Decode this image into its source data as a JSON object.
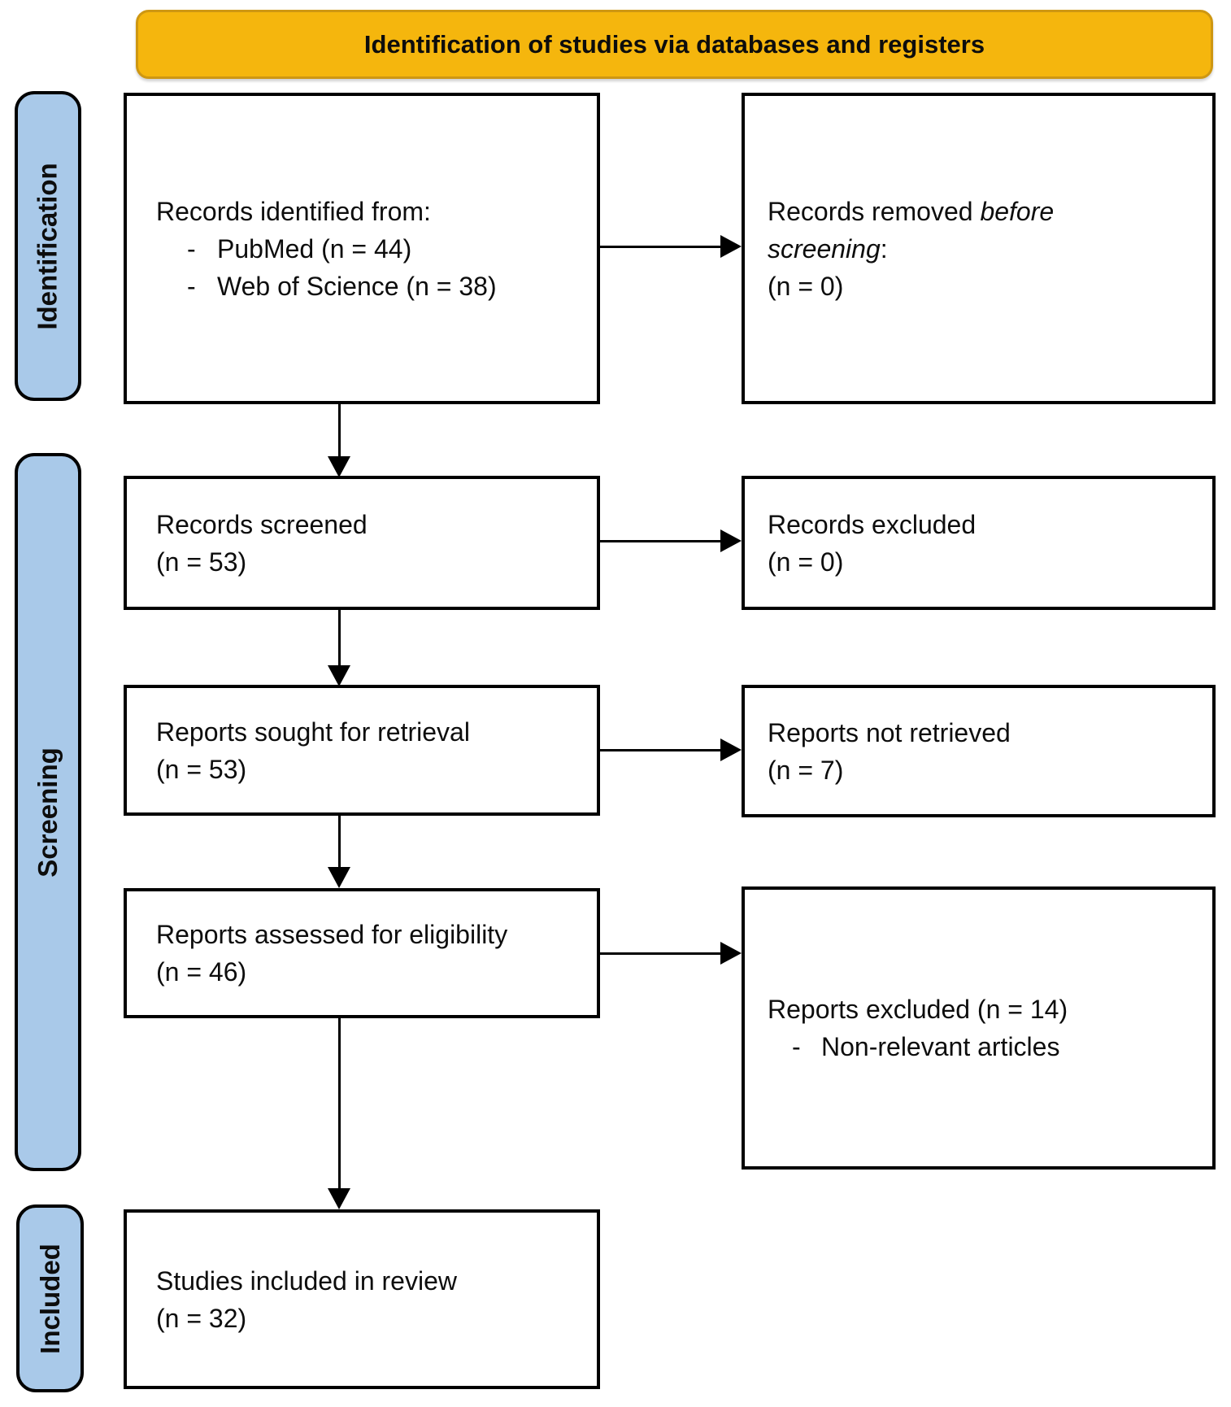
{
  "banner": {
    "title": "Identification of studies via databases and registers"
  },
  "bullet_dash": "-",
  "stages": [
    {
      "label": "Identification"
    },
    {
      "label": "Screening"
    },
    {
      "label": "Included"
    }
  ],
  "boxes": {
    "records_identified": {
      "intro": "Records identified from:",
      "items": [
        "PubMed (n = 44)",
        "Web of Science (n = 38)"
      ]
    },
    "records_removed": {
      "l1_normal": "Records removed ",
      "l1_italic": "before",
      "l2_italic": "screening",
      "l2_normal": ":",
      "count": "(n = 0)"
    },
    "records_screened": {
      "line1": "Records screened",
      "line2": "(n = 53)"
    },
    "records_excluded": {
      "line1": "Records excluded",
      "line2": "(n = 0)"
    },
    "reports_sought": {
      "line1": "Reports sought for retrieval",
      "line2": "(n = 53)"
    },
    "reports_not_retrieved": {
      "line1": "Reports not retrieved",
      "line2": "(n = 7)"
    },
    "reports_assessed": {
      "line1": "Reports assessed for eligibility",
      "line2": "(n = 46)"
    },
    "reports_excluded": {
      "line1": "Reports excluded (n = 14)",
      "items": [
        "Non-relevant articles"
      ]
    },
    "studies_included": {
      "line1": "Studies included in review",
      "line2": "(n = 32)"
    }
  },
  "colors": {
    "banner_fill": "#F5B60D",
    "banner_border": "#CE9712",
    "stage_fill": "#A9C9E9",
    "line_color": "#000000"
  }
}
